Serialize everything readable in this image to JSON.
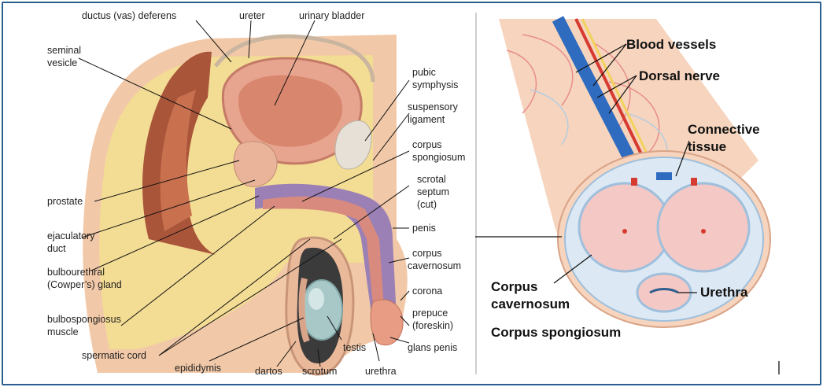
{
  "left_diagram": {
    "labels": {
      "ductus_deferens": "ductus (vas) deferens",
      "ureter": "ureter",
      "urinary_bladder": "urinary bladder",
      "seminal_vesicle_1": "seminal",
      "seminal_vesicle_2": "vesicle",
      "pubic_symphysis_1": "pubic",
      "pubic_symphysis_2": "symphysis",
      "suspensory_ligament_1": "suspensory",
      "suspensory_ligament_2": "ligament",
      "corpus_spongiosum_1": "corpus",
      "corpus_spongiosum_2": "spongiosum",
      "scrotal_septum_1": "scrotal",
      "scrotal_septum_2": "septum",
      "scrotal_septum_3": "(cut)",
      "prostate": "prostate",
      "penis": "penis",
      "ejaculatory_duct_1": "ejaculatory",
      "ejaculatory_duct_2": "duct",
      "corpus_cavernosum_1": "corpus",
      "corpus_cavernosum_2": "cavernosum",
      "bulbourethral_1": "bulbourethral",
      "bulbourethral_2": "(Cowper’s) gland",
      "corona": "corona",
      "prepuce_1": "prepuce",
      "prepuce_2": "(foreskin)",
      "bulbospongiosus_1": "bulbospongiosus",
      "bulbospongiosus_2": "muscle",
      "glans_penis": "glans penis",
      "spermatic_cord": "spermatic cord",
      "testis": "testis",
      "epididymis": "epididymis",
      "dartos": "dartos",
      "scrotum": "scrotum",
      "urethra": "urethra"
    }
  },
  "right_diagram": {
    "labels": {
      "blood_vessels": "Blood vessels",
      "dorsal_nerve": "Dorsal nerve",
      "connective_tissue_1": "Connective",
      "connective_tissue_2": "tissue",
      "corpus_cavernosum_1": "Corpus",
      "corpus_cavernosum_2": "cavernosum",
      "urethra": "Urethra",
      "corpus_spongiosum": "Corpus spongiosum"
    }
  },
  "colors": {
    "frame_border": "#2b5f8f",
    "skin": "#f2c9a8",
    "fat": "#f3dc93",
    "muscle": "#a9553a",
    "cavernous": "#9b80b5",
    "vessel_blue": "#2f6cc0",
    "vessel_red": "#d63a30",
    "tissue_pink": "#f4c8c4"
  }
}
